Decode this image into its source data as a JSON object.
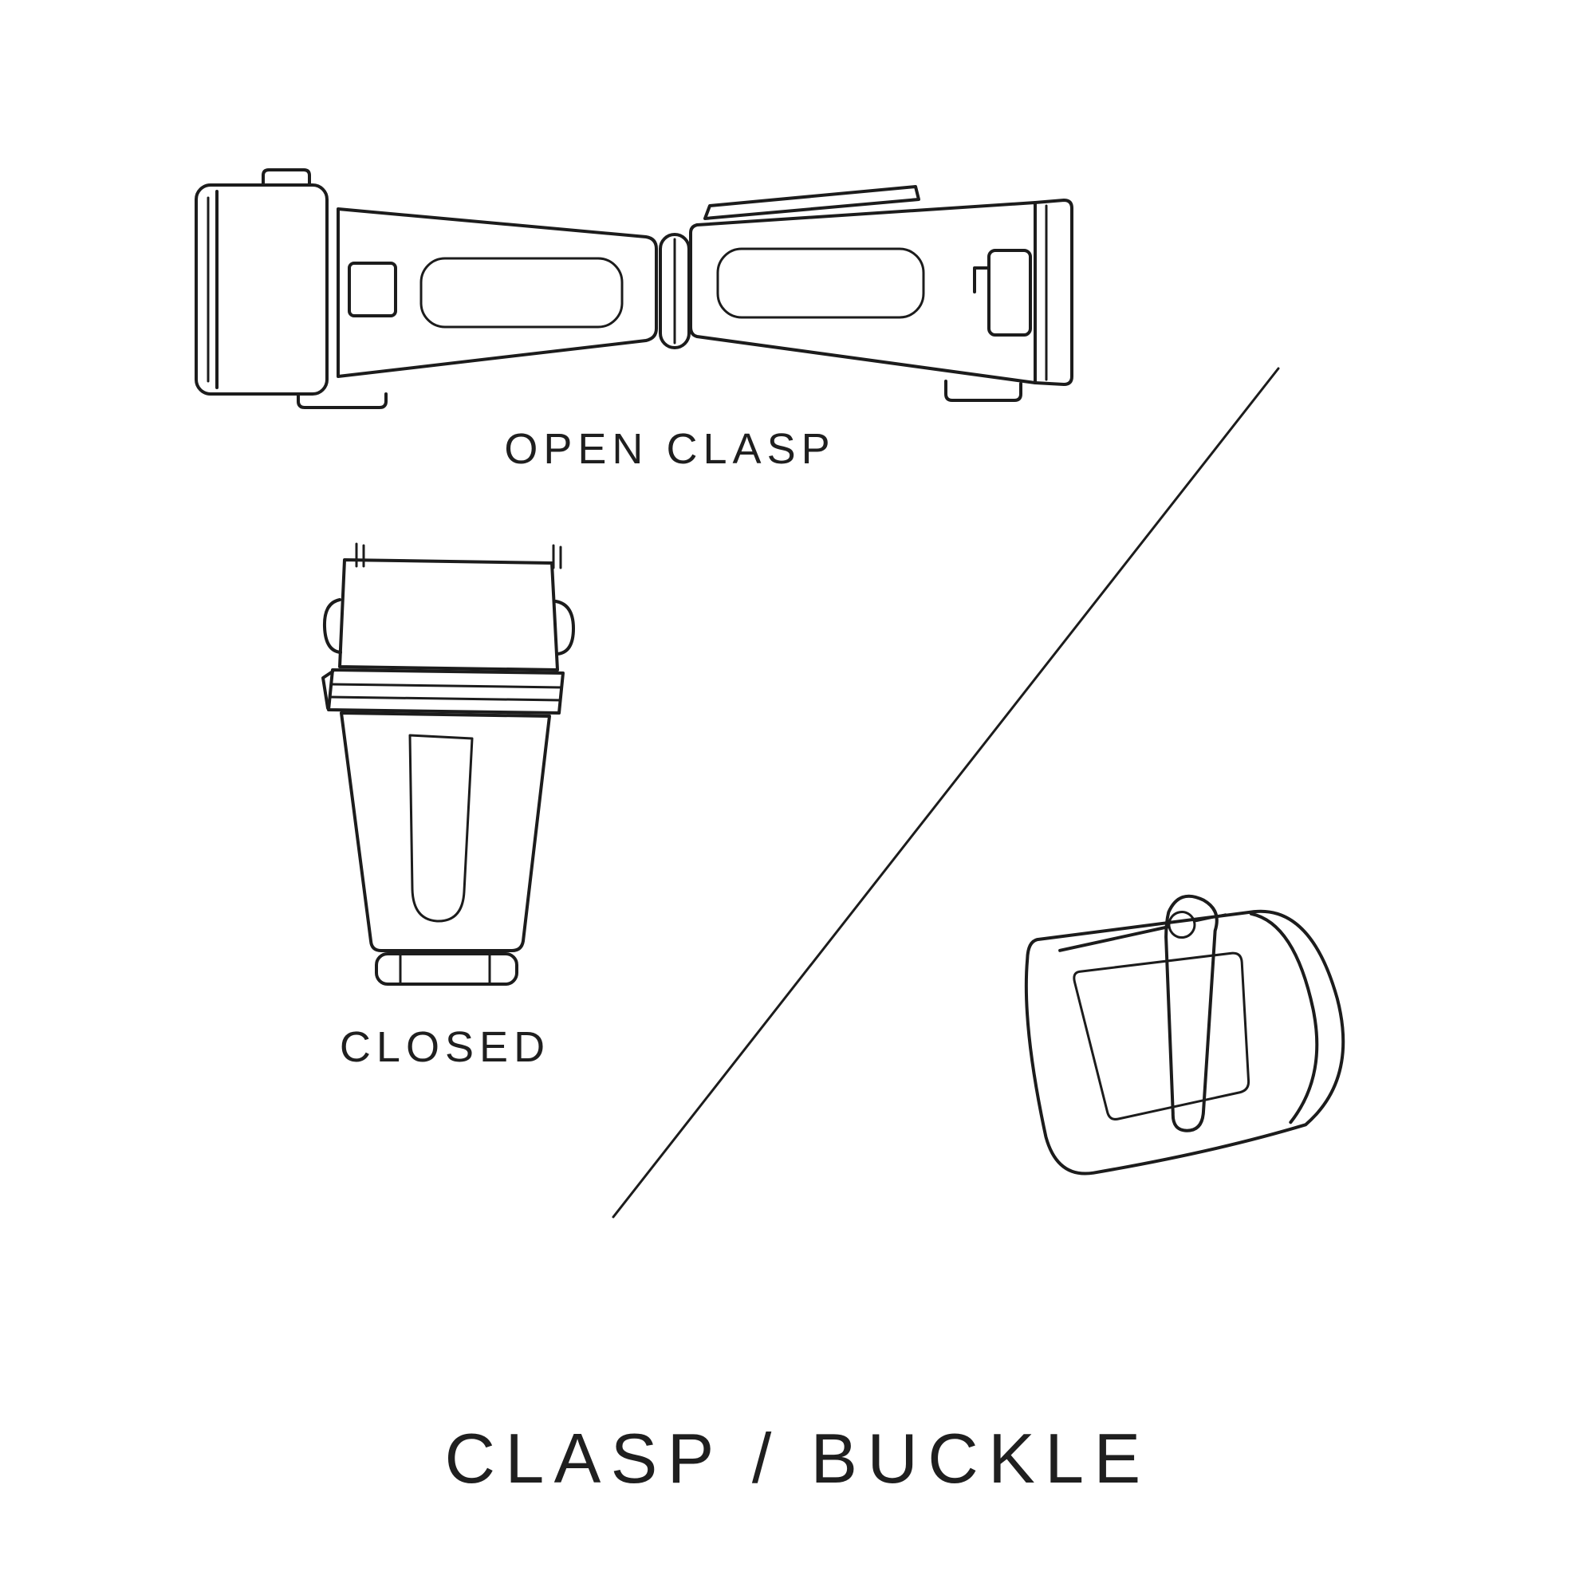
{
  "style": {
    "background_color": "#ffffff",
    "line_color": "#1c1c1c",
    "text_color": "#1f1f1f"
  },
  "diagram": {
    "title": "CLASP / BUCKLE",
    "items": [
      {
        "name": "open-clasp-illustration",
        "label": "OPEN CLASP"
      },
      {
        "name": "closed-clasp-illustration",
        "label": "CLOSED"
      },
      {
        "name": "tang-buckle-illustration",
        "label": ""
      }
    ],
    "divider": "diagonal-line"
  }
}
